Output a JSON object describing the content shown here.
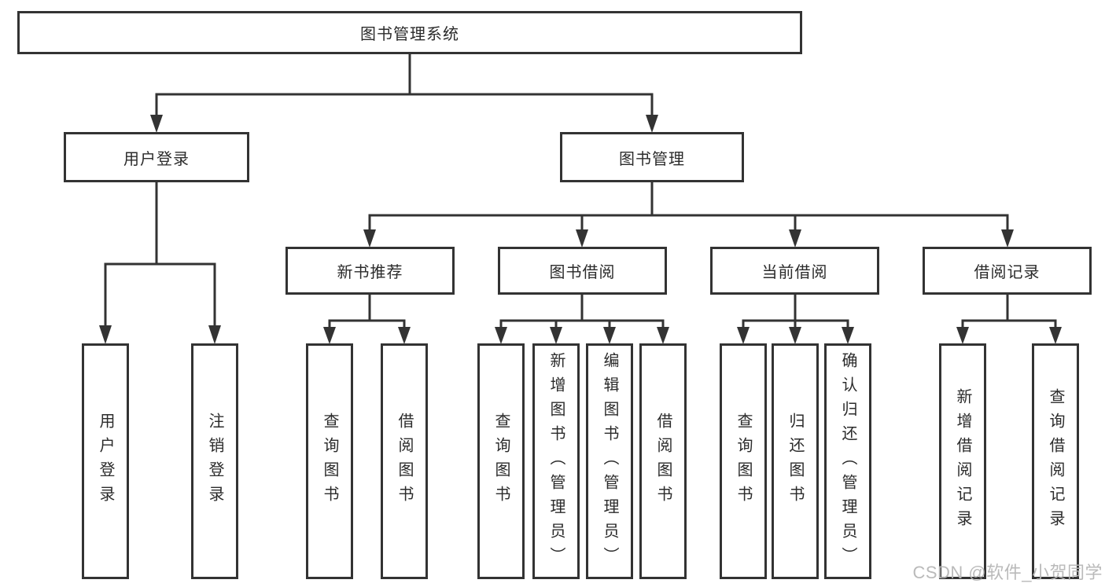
{
  "tree": {
    "root": {
      "label": "图书管理系统"
    },
    "children": [
      {
        "label": "用户登录",
        "children": [
          {
            "label": "用户登录"
          },
          {
            "label": "注销登录"
          }
        ]
      },
      {
        "label": "图书管理",
        "children": [
          {
            "label": "新书推荐",
            "children": [
              {
                "label": "查询图书"
              },
              {
                "label": "借阅图书"
              }
            ]
          },
          {
            "label": "图书借阅",
            "children": [
              {
                "label": "查询图书"
              },
              {
                "label": "新增图书（管理员）"
              },
              {
                "label": "编辑图书（管理员）"
              },
              {
                "label": "借阅图书"
              }
            ]
          },
          {
            "label": "当前借阅",
            "children": [
              {
                "label": "查询图书"
              },
              {
                "label": "归还图书"
              },
              {
                "label": "确认归还（管理员）"
              }
            ]
          },
          {
            "label": "借阅记录",
            "children": [
              {
                "label": "新增借阅记录"
              },
              {
                "label": "查询借阅记录"
              }
            ]
          }
        ]
      }
    ]
  },
  "watermark": {
    "text": "CSDN @软件_小贺同学"
  },
  "colors": {
    "line": "#333333",
    "box_border": "#333333",
    "text": "#2b2b2b",
    "background": "#ffffff",
    "watermark": "#b6b6b6"
  }
}
